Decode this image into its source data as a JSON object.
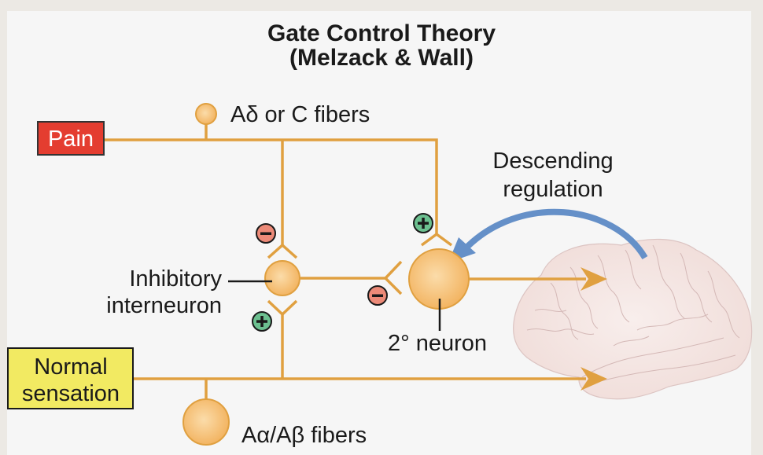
{
  "title": {
    "line1": "Gate Control Theory",
    "line2": "(Melzack & Wall)"
  },
  "labels": {
    "pain": "Pain",
    "normal_line1": "Normal",
    "normal_line2": "sensation",
    "adelta_fibers": "Aδ or C fibers",
    "aalpha_fibers": "Aα/Aβ fibers",
    "inhibitory_line1": "Inhibitory",
    "inhibitory_line2": "interneuron",
    "second_neuron": "2° neuron",
    "descending_line1": "Descending",
    "descending_line2": "regulation"
  },
  "signs": {
    "minus": "−",
    "plus": "+"
  },
  "colors": {
    "fiber": "#e0a040",
    "pain_box": "#e43d30",
    "normal_box": "#f2ea62",
    "inhibit": "#ec8a78",
    "excite": "#6cc090",
    "descending_arrow": "#6590c8",
    "brain": "#f4e4e2"
  }
}
